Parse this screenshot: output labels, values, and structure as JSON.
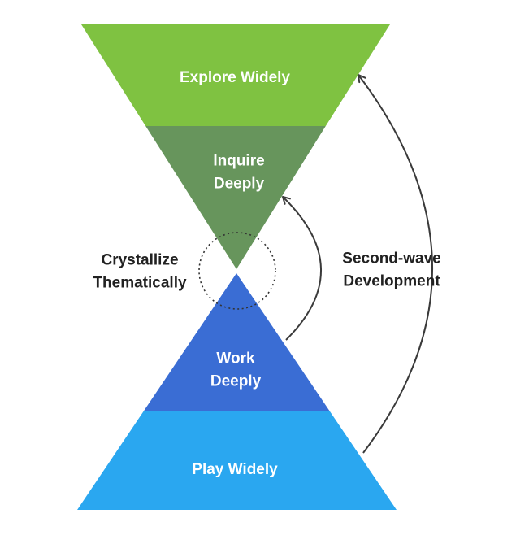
{
  "sections": {
    "explore": {
      "label": "Explore Widely",
      "color": "#7fc241"
    },
    "inquire": {
      "label": "Inquire Deeply",
      "color": "#67955c"
    },
    "work": {
      "label": "Work Deeply",
      "color": "#3a6dd4"
    },
    "play": {
      "label": "Play Widely",
      "color": "#2aa7f0"
    }
  },
  "annotations": {
    "crystallize": {
      "label": "Crystallize Thematically"
    },
    "second_wave": {
      "label": "Second-wave Development"
    }
  },
  "styles": {
    "arrow_color": "#3a3a3a",
    "dotted_circle_color": "#333333",
    "label_light_color": "#ffffff",
    "label_dark_color": "#212121",
    "background": "#ffffff"
  }
}
